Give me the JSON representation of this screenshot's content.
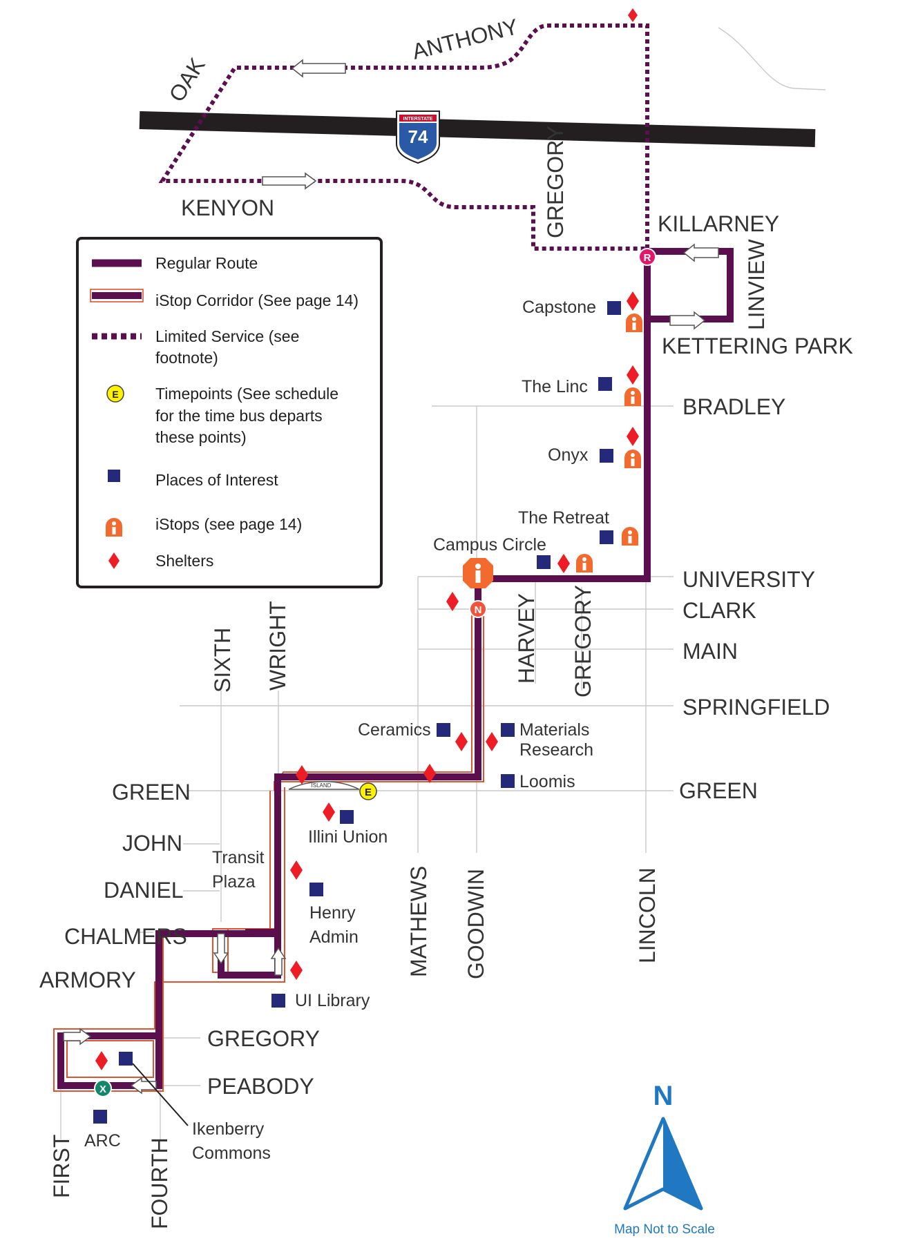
{
  "colors": {
    "route": "#5b0f4f",
    "corridor_outline": "#e3522f",
    "poi": "#24297a",
    "shelter": "#ee1d25",
    "istop": "#f26a2e",
    "timepoint": "#fff200",
    "north": "#1f78c1",
    "interstate": "#2a5aa5"
  },
  "legend": {
    "regular_route": "Regular Route",
    "istop_corridor": "iStop Corridor (See page 14)",
    "limited_line1": "Limited Service (see",
    "limited_line2": "footnote)",
    "timepoints_line1": "Timepoints (See schedule",
    "timepoints_line2": "for the time bus departs",
    "timepoints_line3": "these points)",
    "timepoint_symbol": "E",
    "places": "Places of  Interest",
    "istops": "iStops (see page 14)",
    "shelters": "Shelters"
  },
  "streets": {
    "anthony": "ANTHONY",
    "oak": "OAK",
    "kenyon": "KENYON",
    "gregory_north": "GREGORY",
    "killarney": "KILLARNEY",
    "linview": "LINVIEW",
    "kettering_park": "KETTERING PARK",
    "bradley": "BRADLEY",
    "university": "UNIVERSITY",
    "clark": "CLARK",
    "main": "MAIN",
    "springfield": "SPRINGFIELD",
    "green_east": "GREEN",
    "green_west": "GREEN",
    "john": "JOHN",
    "daniel": "DANIEL",
    "chalmers": "CHALMERS",
    "armory": "ARMORY",
    "gregory_south": "GREGORY",
    "peabody": "PEABODY",
    "sixth": "SIXTH",
    "wright": "WRIGHT",
    "harvey": "HARVEY",
    "gregory_mid": "GREGORY",
    "mathews": "MATHEWS",
    "goodwin": "GOODWIN",
    "lincoln": "LINCOLN",
    "first": "FIRST",
    "fourth": "FOURTH"
  },
  "places": {
    "capstone": "Capstone",
    "the_linc": "The Linc",
    "onyx": "Onyx",
    "the_retreat": "The Retreat",
    "campus_circle": "Campus Circle",
    "ceramics": "Ceramics",
    "materials_1": "Materials",
    "materials_2": "Research",
    "loomis": "Loomis",
    "illini_union": "Illini Union",
    "transit_1": "Transit",
    "transit_2": "Plaza",
    "henry_1": "Henry",
    "henry_2": "Admin",
    "ui_library": "UI Library",
    "arc": "ARC",
    "ikenberry_1": "Ikenberry",
    "ikenberry_2": "Commons"
  },
  "markers": {
    "timepoint_e": "E",
    "timepoint_n": "N",
    "timepoint_r": "R",
    "timepoint_x": "X",
    "island": "ISLAND"
  },
  "interstate": {
    "header": "INTERSTATE",
    "number": "74"
  },
  "compass": {
    "letter": "N",
    "note": "Map Not to Scale"
  }
}
